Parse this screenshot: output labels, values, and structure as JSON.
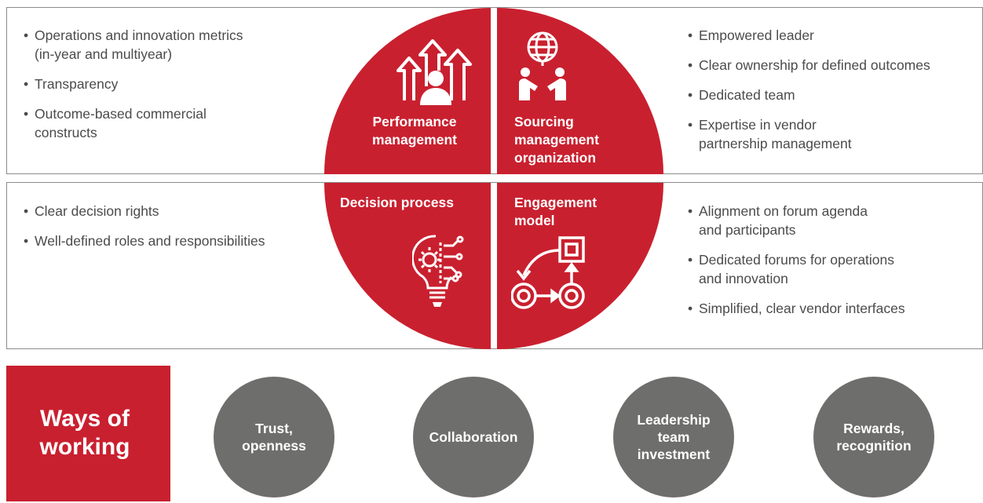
{
  "top_left_bullets": [
    "Operations and innovation metrics\n(in-year and multiyear)",
    "Transparency",
    "Outcome-based commercial\nconstructs"
  ],
  "top_right_bullets": [
    "Empowered leader",
    "Clear ownership for defined outcomes",
    "Dedicated team",
    "Expertise in vendor\npartnership management"
  ],
  "bottom_left_bullets": [
    "Clear decision rights",
    "Well-defined roles and responsibilities"
  ],
  "bottom_right_bullets": [
    "Alignment on forum agenda\nand participants",
    "Dedicated forums for operations\nand innovation",
    "Simplified, clear vendor interfaces"
  ],
  "quadrants": {
    "performance": "Performance\nmanagement",
    "sourcing": "Sourcing\nmanagement\norganization",
    "decision": "Decision process",
    "engagement": "Engagement\nmodel"
  },
  "ways_of_working": {
    "title": "Ways of\nworking",
    "items": [
      "Trust,\nopenness",
      "Collaboration",
      "Leadership\nteam\ninvestment",
      "Rewards,\nrecognition"
    ]
  },
  "colors": {
    "accent_red": "#c9202f",
    "circle_gray": "#6e6e6c",
    "border_gray": "#8c8c8c"
  },
  "icons": [
    "growth-arrows-person-icon",
    "globe-handshake-icon",
    "lightbulb-gear-icon",
    "process-flow-icon"
  ]
}
